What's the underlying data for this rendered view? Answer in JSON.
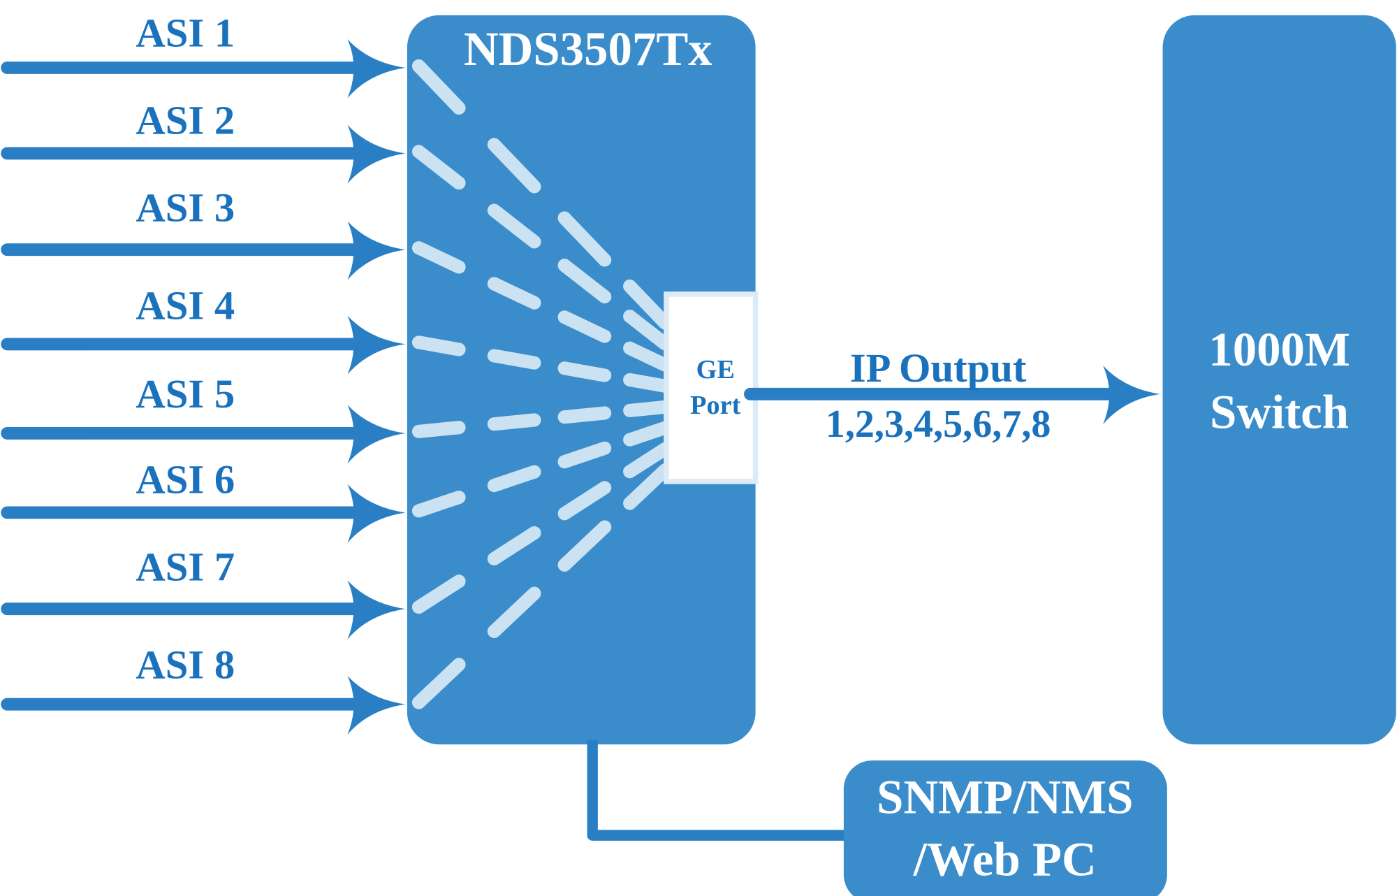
{
  "colors": {
    "box": "#3a8ccb",
    "line": "#2a7fc4",
    "label": "#1a72bd",
    "dash": "#dcebf6",
    "white": "#ffffff"
  },
  "inputs": [
    {
      "label": "ASI 1"
    },
    {
      "label": "ASI 2"
    },
    {
      "label": "ASI 3"
    },
    {
      "label": "ASI 4"
    },
    {
      "label": "ASI 5"
    },
    {
      "label": "ASI 6"
    },
    {
      "label": "ASI 7"
    },
    {
      "label": "ASI 8"
    }
  ],
  "device": {
    "title": "NDS3507Tx",
    "port_line1": "GE",
    "port_line2": "Port"
  },
  "output": {
    "label": "IP Output",
    "channels": "1,2,3,4,5,6,7,8"
  },
  "switch": {
    "line1": "1000M",
    "line2": "Switch"
  },
  "management": {
    "line1": "SNMP/NMS",
    "line2": "/Web PC"
  }
}
